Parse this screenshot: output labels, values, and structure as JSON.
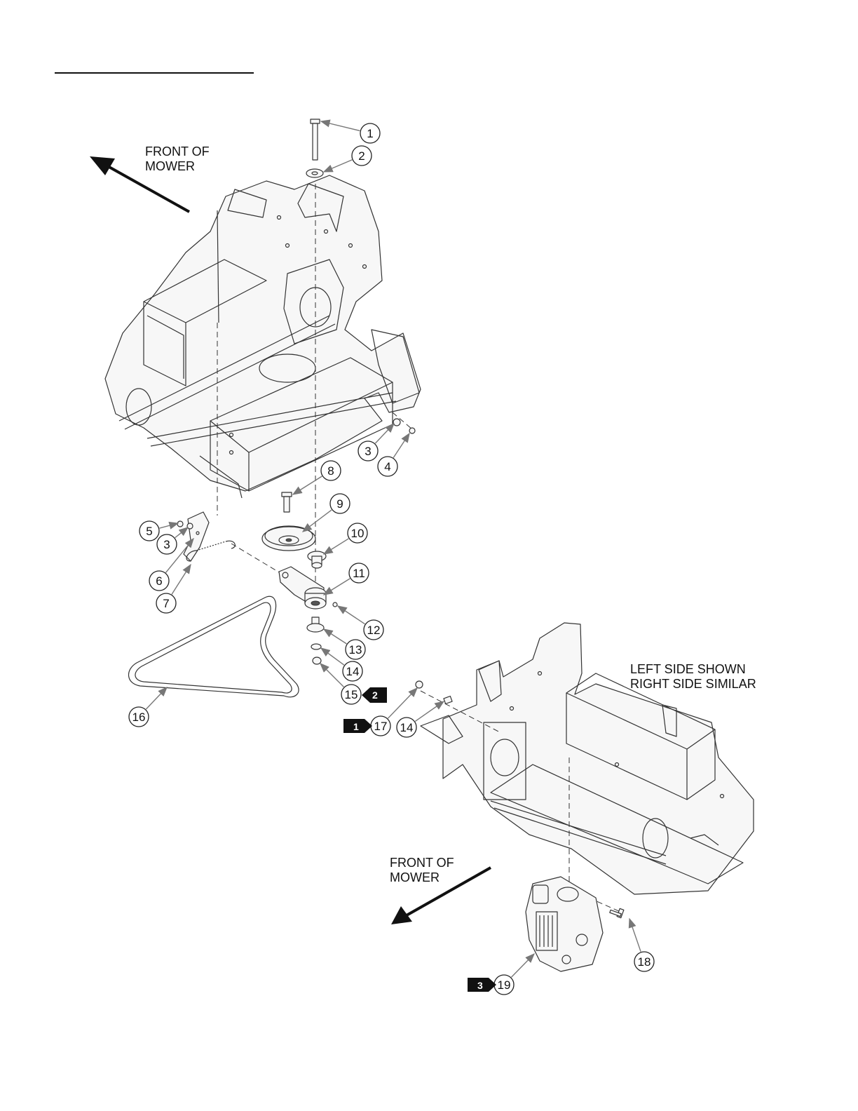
{
  "header": {
    "title_rule": true
  },
  "notes": {
    "front_top_line1": "FRONT OF",
    "front_top_line2": "MOWER",
    "side_line1": "LEFT SIDE SHOWN",
    "side_line2": "RIGHT SIDE SIMILAR",
    "front_bottom_line1": "FRONT OF",
    "front_bottom_line2": "MOWER"
  },
  "callouts": [
    {
      "id": "c1",
      "label": "1",
      "target": "bolt"
    },
    {
      "id": "c2",
      "label": "2",
      "target": "washer"
    },
    {
      "id": "c3a",
      "label": "3",
      "target": "washer"
    },
    {
      "id": "c4",
      "label": "4",
      "target": "nut"
    },
    {
      "id": "c5",
      "label": "5",
      "target": "nut"
    },
    {
      "id": "c3b",
      "label": "3",
      "target": "washer"
    },
    {
      "id": "c6",
      "label": "6",
      "target": "bracket"
    },
    {
      "id": "c7",
      "label": "7",
      "target": "spring"
    },
    {
      "id": "c8",
      "label": "8",
      "target": "bolt"
    },
    {
      "id": "c9",
      "label": "9",
      "target": "pulley"
    },
    {
      "id": "c10",
      "label": "10",
      "target": "bushing"
    },
    {
      "id": "c11",
      "label": "11",
      "target": "idler-arm"
    },
    {
      "id": "c12",
      "label": "12",
      "target": "grease-fitting"
    },
    {
      "id": "c13",
      "label": "13",
      "target": "spacer"
    },
    {
      "id": "c14a",
      "label": "14",
      "target": "washer"
    },
    {
      "id": "c15",
      "label": "15",
      "target": "nut"
    },
    {
      "id": "c16",
      "label": "16",
      "target": "belt"
    },
    {
      "id": "c17",
      "label": "17",
      "target": "nut"
    },
    {
      "id": "c14b",
      "label": "14",
      "target": "washer"
    },
    {
      "id": "c18",
      "label": "18",
      "target": "bolt"
    },
    {
      "id": "c19",
      "label": "19",
      "target": "transaxle"
    }
  ],
  "tags": {
    "t1": "1",
    "t2": "2",
    "t3": "3"
  },
  "colors": {
    "line": "#333333",
    "tag": "#111111",
    "leader": "#777777"
  }
}
